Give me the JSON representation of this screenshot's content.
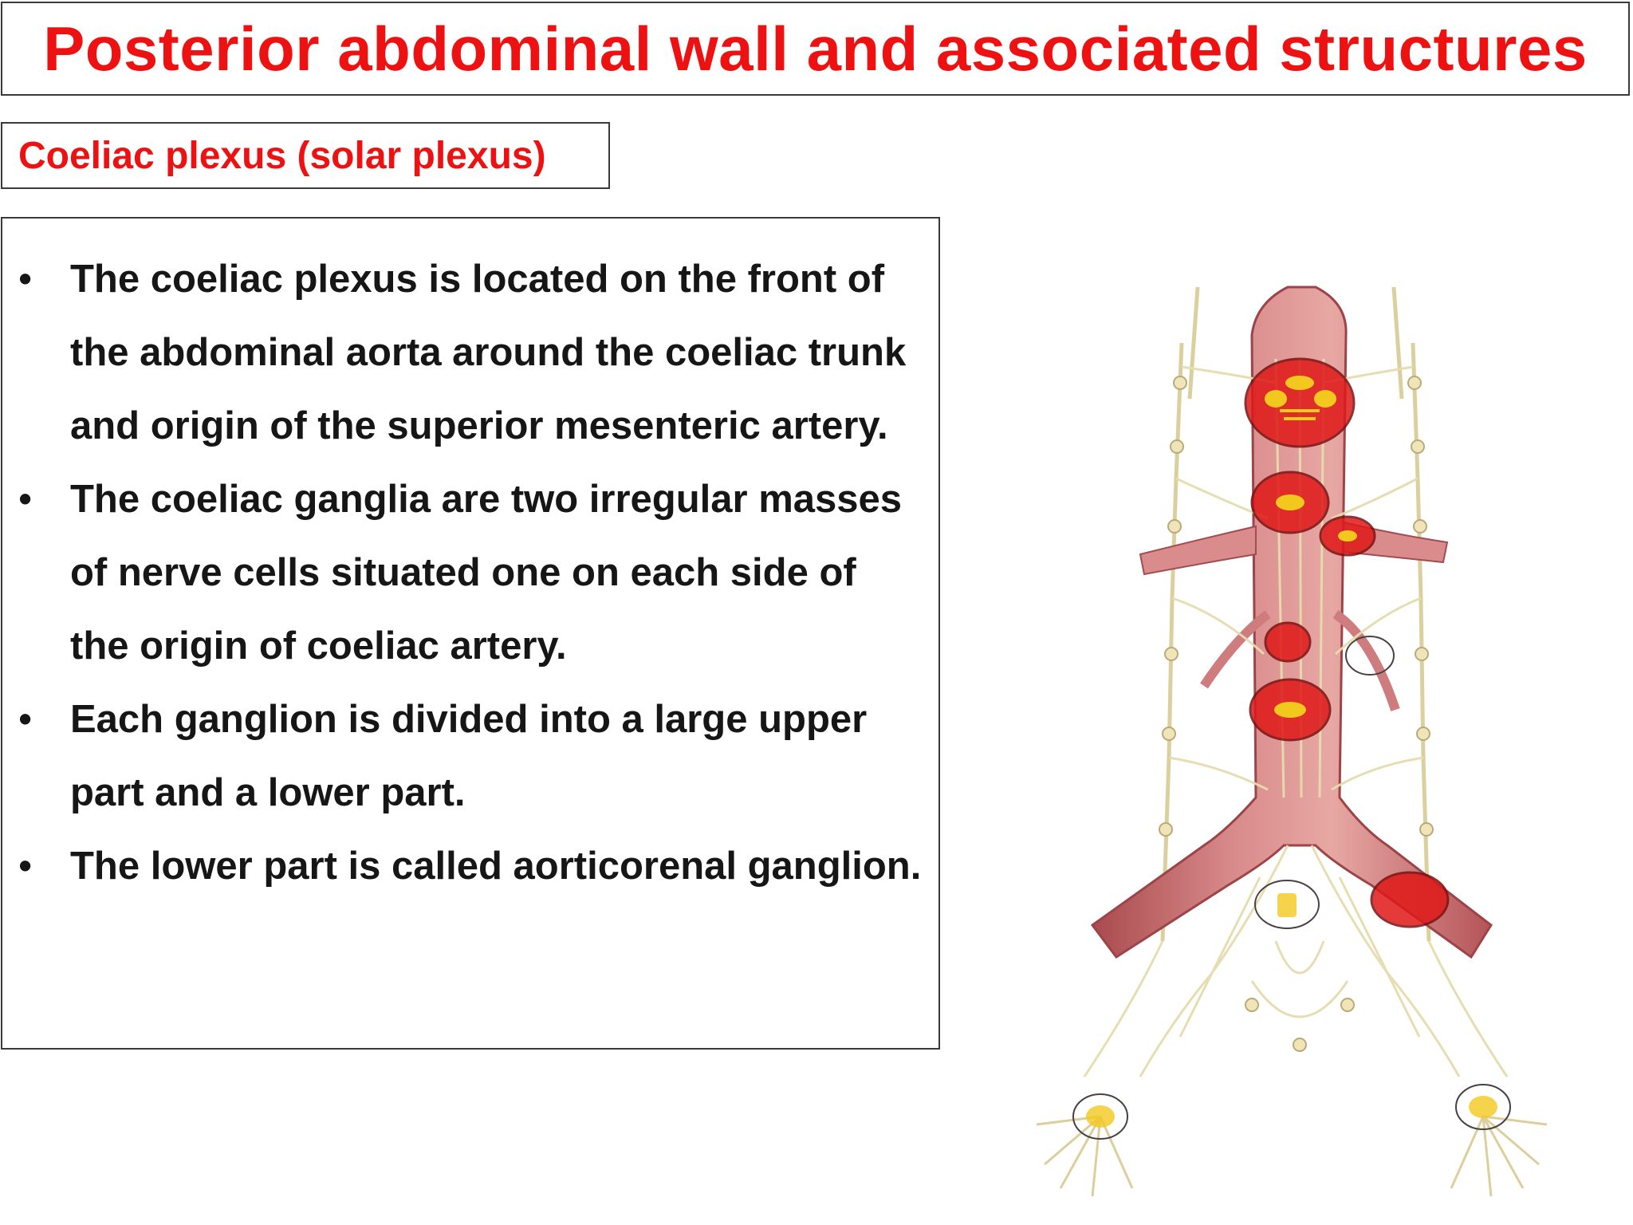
{
  "title": "Posterior abdominal wall and associated structures",
  "subtitle": "Coeliac plexus (solar plexus)",
  "bullets": [
    "The coeliac plexus is located on the front of the abdominal aorta around the coeliac trunk and origin of the superior mesenteric artery.",
    "The coeliac ganglia are two irregular masses of nerve cells situated one on each side of the origin of coeliac artery.",
    "Each ganglion is divided into a large upper part and a lower part.",
    "The lower part is called aorticorenal ganglion."
  ],
  "bullet_symbol": "•",
  "colors": {
    "title": "#ee1111",
    "text": "#161616",
    "border": "#3a3a3a",
    "aorta": "#c8686a",
    "nerve": "#e2d7a6",
    "ganglion": "#f2c81e",
    "highlight": "#e01818"
  }
}
